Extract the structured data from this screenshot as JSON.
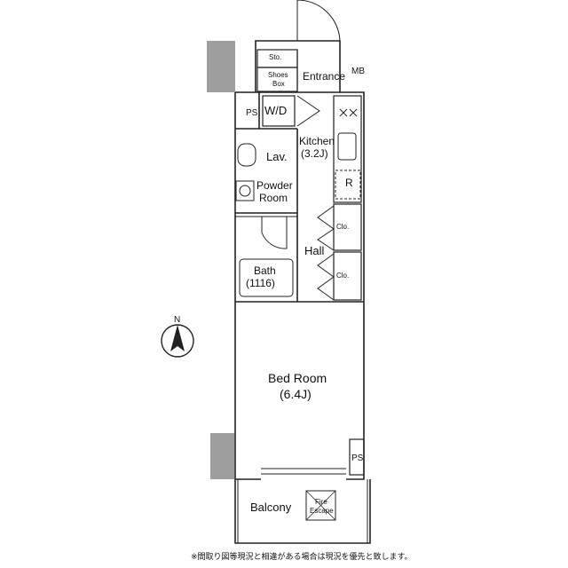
{
  "rooms": {
    "sto": "Sto.",
    "shoes_box_line1": "Shoes",
    "shoes_box_line2": "Box",
    "entrance": "Entrance",
    "mb": "MB",
    "ps_top": "PS",
    "wd": "W/D",
    "kitchen": "Kitchen",
    "kitchen_size": "(3.2J)",
    "lav": "Lav.",
    "refrigerator": "R",
    "powder_room_line1": "Powder",
    "powder_room_line2": "Room",
    "clo_upper": "Clo.",
    "clo_lower": "Clo.",
    "hall": "Hall",
    "bath": "Bath",
    "bath_size": "(1116)",
    "bed_room": "Bed Room",
    "bed_room_size": "(6.4J)",
    "ps_bottom": "PS",
    "balcony": "Balcony",
    "fire_escape_line1": "Fire",
    "fire_escape_line2": "Escape"
  },
  "compass": {
    "label": "N"
  },
  "footnote": "※間取り図等現況と相違がある場合は現況を優先と致します。"
}
